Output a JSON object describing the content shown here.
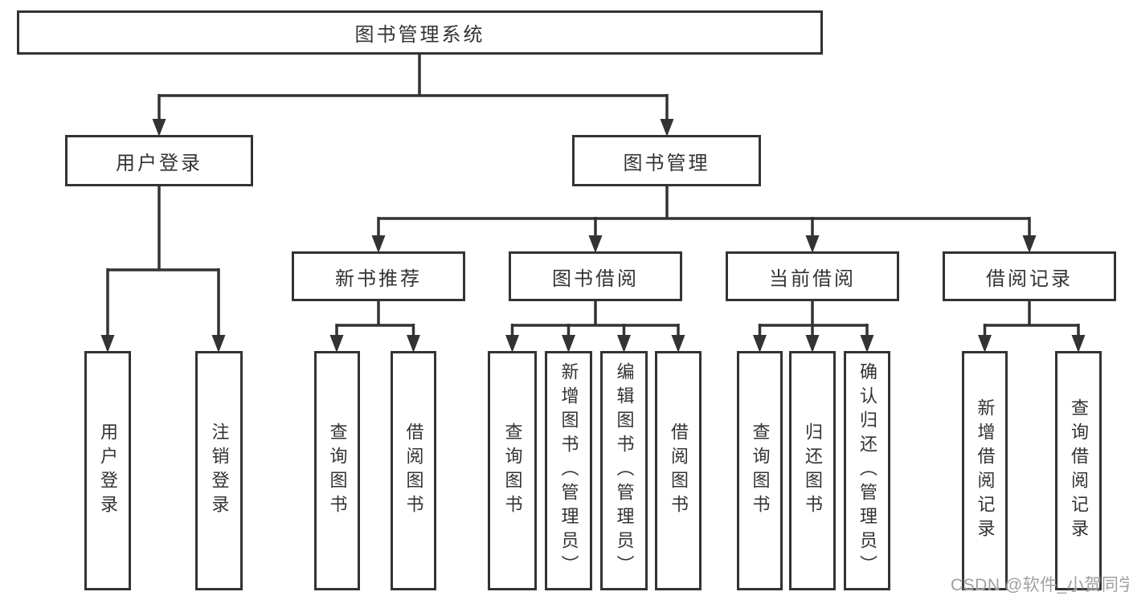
{
  "nodes": {
    "root": "图书管理系统",
    "user_login": "用户登录",
    "book_mgmt": "图书管理",
    "new_book_rec": "新书推荐",
    "book_borrow": "图书借阅",
    "current_borrow": "当前借阅",
    "borrow_records": "借阅记录",
    "ul_user_login": "用户登录",
    "ul_logout": "注销登录",
    "rec_query_books": "查询图书",
    "rec_borrow_books": "借阅图书",
    "bb_query_books": "查询图书",
    "bb_add_books": "新增图书（管理员）",
    "bb_edit_books": "编辑图书（管理员）",
    "bb_borrow_books": "借阅图书",
    "cb_query_books": "查询图书",
    "cb_return_books": "归还图书",
    "cb_confirm_return": "确认归还（管理员）",
    "br_add_record": "新增借阅记录",
    "br_query_record": "查询借阅记录"
  },
  "watermark": {
    "text": "CSDN @软件_小贺同学"
  },
  "colors": {
    "line": "#333333",
    "box_border": "#333333",
    "text": "#333333",
    "watermark": "#a0a0a0",
    "background": "#ffffff"
  }
}
